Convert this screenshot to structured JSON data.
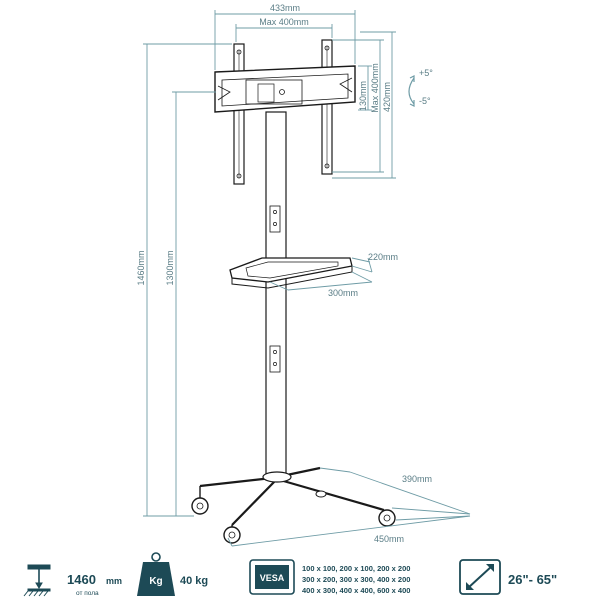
{
  "dimensions": {
    "width_433": "433mm",
    "max_400": "Max 400mm",
    "height_130": "130mm",
    "max_400_v": "Max 400mm",
    "height_420": "420mm",
    "tilt_up": "+5°",
    "tilt_down": "-5°",
    "total_height": "1460mm",
    "mid_height": "1300mm",
    "shelf_depth": "220mm",
    "shelf_width": "300mm",
    "base_depth": "390mm",
    "base_width": "450mm"
  },
  "specs": {
    "height_value": "1460",
    "height_unit": "mm",
    "height_note": "от пола",
    "weight_icon_label": "Kg",
    "weight_value": "40 kg",
    "vesa_label": "VESA",
    "vesa_sizes": [
      "100 x 100, 200 x 100, 200 x 200",
      "300 x 200, 300 x 300, 400 x 200",
      "400 x 300, 400 x 400, 600 x 400"
    ],
    "screen_range": "26\"- 65\""
  },
  "colors": {
    "dimension_line": "#6f9ca6",
    "icon_blue": "#1d4a56",
    "product": "#1a1a1a"
  }
}
